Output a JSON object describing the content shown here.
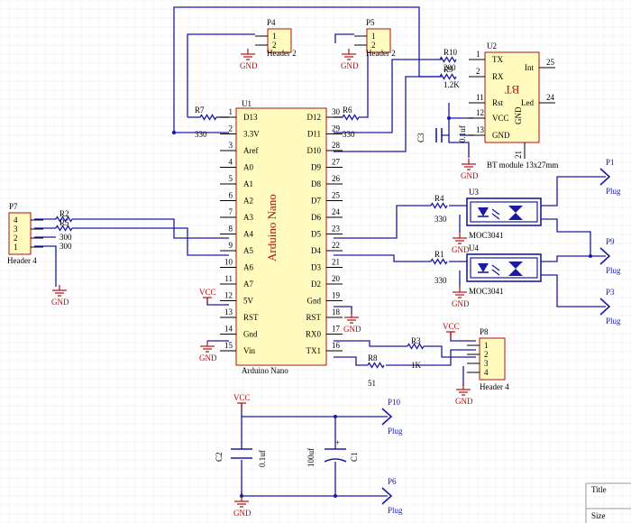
{
  "nano": {
    "ref": "U1",
    "title": "Arduino Nano",
    "caption": "Arduino Nano",
    "left_pins": [
      {
        "num": "1",
        "name": "D13"
      },
      {
        "num": "2",
        "name": "3.3V"
      },
      {
        "num": "3",
        "name": "Aref"
      },
      {
        "num": "4",
        "name": "A0"
      },
      {
        "num": "5",
        "name": "A1"
      },
      {
        "num": "6",
        "name": "A2"
      },
      {
        "num": "7",
        "name": "A3"
      },
      {
        "num": "8",
        "name": "A4"
      },
      {
        "num": "9",
        "name": "A5"
      },
      {
        "num": "10",
        "name": "A6"
      },
      {
        "num": "11",
        "name": "A7"
      },
      {
        "num": "12",
        "name": "5V"
      },
      {
        "num": "13",
        "name": "RST"
      },
      {
        "num": "14",
        "name": "Gnd"
      },
      {
        "num": "15",
        "name": "Vin"
      }
    ],
    "right_pins": [
      {
        "num": "30",
        "name": "D12"
      },
      {
        "num": "29",
        "name": "D11"
      },
      {
        "num": "28",
        "name": "D10"
      },
      {
        "num": "27",
        "name": "D9"
      },
      {
        "num": "26",
        "name": "D8"
      },
      {
        "num": "25",
        "name": "D7"
      },
      {
        "num": "24",
        "name": "D6"
      },
      {
        "num": "23",
        "name": "D5"
      },
      {
        "num": "22",
        "name": "D4"
      },
      {
        "num": "21",
        "name": "D3"
      },
      {
        "num": "20",
        "name": "D2"
      },
      {
        "num": "19",
        "name": "Gnd"
      },
      {
        "num": "18",
        "name": "RST"
      },
      {
        "num": "17",
        "name": "RX0"
      },
      {
        "num": "16",
        "name": "TX1"
      }
    ]
  },
  "bt": {
    "ref": "U2",
    "mirrored_label": "BT",
    "caption": "BT module 13x27mm",
    "left_pins": [
      {
        "num": "1",
        "name": "TX"
      },
      {
        "num": "2",
        "name": "RX"
      },
      {
        "num": "11",
        "name": "Rst"
      },
      {
        "num": "12",
        "name": "VCC"
      },
      {
        "num": "13",
        "name": "GND"
      }
    ],
    "right_pins": [
      {
        "num": "25",
        "name": "Int"
      },
      {
        "num": "24",
        "name": "Led"
      }
    ],
    "bottom_pin": {
      "num": "21",
      "name": "GND"
    }
  },
  "headers": {
    "p4": {
      "ref": "P4",
      "caption": "Header 2",
      "pins": [
        "1",
        "2"
      ]
    },
    "p5": {
      "ref": "P5",
      "caption": "Header 2",
      "pins": [
        "1",
        "2"
      ]
    },
    "p7": {
      "ref": "P7",
      "caption": "Header 4",
      "pins": [
        "4",
        "3",
        "2",
        "1"
      ]
    },
    "p8": {
      "ref": "P8",
      "caption": "Header 4",
      "pins": [
        "1",
        "2",
        "3",
        "4"
      ]
    }
  },
  "resistors": [
    {
      "ref": "R7",
      "value": "330"
    },
    {
      "ref": "R6",
      "value": "330"
    },
    {
      "ref": "R10",
      "value": "200"
    },
    {
      "ref": "R9",
      "value": "1.2K"
    },
    {
      "ref": "R2",
      "value": "300"
    },
    {
      "ref": "R5",
      "value": "300"
    },
    {
      "ref": "R4",
      "value": "330"
    },
    {
      "ref": "R1",
      "value": "330"
    },
    {
      "ref": "R3",
      "value": "1K"
    },
    {
      "ref": "R8",
      "value": "51"
    }
  ],
  "capacitors": [
    {
      "ref": "C3",
      "value": "0.1uf"
    },
    {
      "ref": "C2",
      "value": "0.1uf"
    },
    {
      "ref": "C1",
      "value": "100uf"
    }
  ],
  "optos": [
    {
      "ref": "U3",
      "part": "MOC3041"
    },
    {
      "ref": "U4",
      "part": "MOC3041"
    }
  ],
  "plugs": [
    {
      "ref": "P1",
      "label": "Plug"
    },
    {
      "ref": "P9",
      "label": "Plug"
    },
    {
      "ref": "P3",
      "label": "Plug"
    },
    {
      "ref": "P10",
      "label": "Plug"
    },
    {
      "ref": "P6",
      "label": "Plug"
    }
  ],
  "power": {
    "gnd": "GND",
    "vcc": "VCC"
  },
  "title_block": {
    "title": "Title",
    "size": "Size"
  }
}
